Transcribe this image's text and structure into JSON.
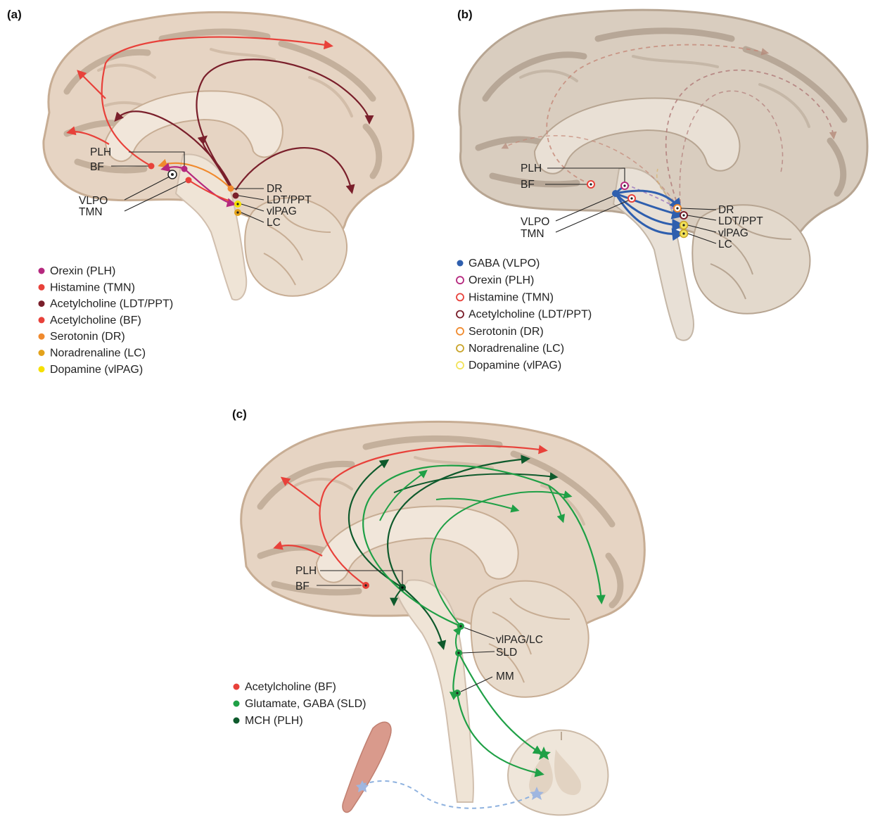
{
  "panels": {
    "a": {
      "letter": "(a)",
      "labels": {
        "plh": "PLH",
        "bf": "BF",
        "vlpo": "VLPO",
        "tmn": "TMN",
        "dr": "DR",
        "ldt": "LDT/PPT",
        "vlpag": "vlPAG",
        "lc": "LC"
      },
      "legend": [
        {
          "text": "Orexin (PLH)",
          "color": "#b5287e",
          "filled": true
        },
        {
          "text": "Histamine (TMN)",
          "color": "#e8413a",
          "filled": true
        },
        {
          "text": "Acetylcholine (LDT/PPT)",
          "color": "#7a1f2b",
          "filled": true
        },
        {
          "text": "Acetylcholine (BF)",
          "color": "#e8413a",
          "filled": true
        },
        {
          "text": "Serotonin (DR)",
          "color": "#f08a2e",
          "filled": true
        },
        {
          "text": "Noradrenaline (LC)",
          "color": "#e3a21b",
          "filled": true
        },
        {
          "text": "Dopamine (vlPAG)",
          "color": "#f6e000",
          "filled": true
        }
      ]
    },
    "b": {
      "letter": "(b)",
      "labels": {
        "plh": "PLH",
        "bf": "BF",
        "vlpo": "VLPO",
        "tmn": "TMN",
        "dr": "DR",
        "ldt": "LDT/PPT",
        "vlpag": "vlPAG",
        "lc": "LC"
      },
      "legend": [
        {
          "text": "GABA (VLPO)",
          "color": "#2f5fae",
          "filled": true
        },
        {
          "text": "Orexin (PLH)",
          "color": "#b5287e",
          "filled": false
        },
        {
          "text": "Histamine (TMN)",
          "color": "#e8413a",
          "filled": false
        },
        {
          "text": "Acetylcholine (LDT/PPT)",
          "color": "#7a1f2b",
          "filled": false
        },
        {
          "text": "Serotonin (DR)",
          "color": "#f08a2e",
          "filled": false
        },
        {
          "text": "Noradrenaline (LC)",
          "color": "#c9a42a",
          "filled": false
        },
        {
          "text": "Dopamine (vlPAG)",
          "color": "#f2e35a",
          "filled": false
        }
      ]
    },
    "c": {
      "letter": "(c)",
      "labels": {
        "plh": "PLH",
        "bf": "BF",
        "vlpag_lc": "vlPAG/LC",
        "sld": "SLD",
        "mm": "MM"
      },
      "legend": [
        {
          "text": "Acetylcholine (BF)",
          "color": "#e8413a",
          "filled": true
        },
        {
          "text": "Glutamate, GABA (SLD)",
          "color": "#1fa046",
          "filled": true
        },
        {
          "text": "MCH (PLH)",
          "color": "#0e5a2c",
          "filled": true
        }
      ]
    }
  },
  "colors": {
    "brain_fill": "#e6d4c3",
    "brain_outline": "#c7ad94",
    "brainstem": "#efe4d6",
    "cerebellum": "#e9dccd",
    "b_brain_fill": "#d9cdbf",
    "red": "#e8413a",
    "maroon": "#7a1f2b",
    "orange": "#f08a2e",
    "magenta": "#b5287e",
    "yellow": "#f6e000",
    "blue": "#2f5fae",
    "green": "#1fa046",
    "dkgreen": "#0e5a2c",
    "muscle": "#d99a8c"
  }
}
